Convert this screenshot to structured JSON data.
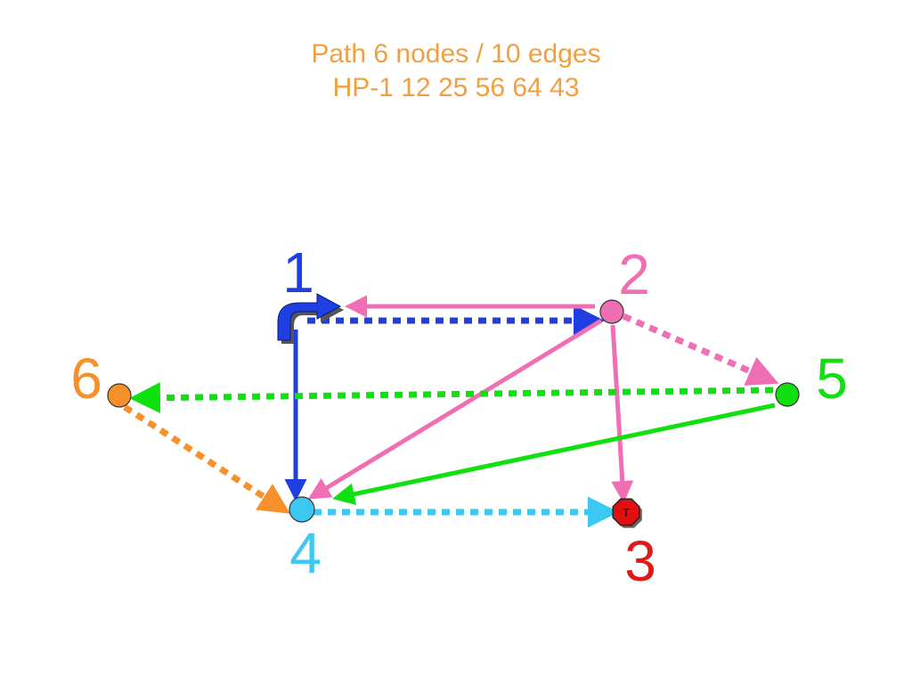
{
  "title": {
    "line1": "Path 6 nodes / 10 edges",
    "line2": "HP-1 12 25 56 64 43",
    "color": "#f0a040"
  },
  "nodes": [
    {
      "id": "1",
      "label": "1",
      "color": "#1f3fe0",
      "marker": "start-arrow-icon"
    },
    {
      "id": "2",
      "label": "2",
      "color": "#f06eb4"
    },
    {
      "id": "3",
      "label": "3",
      "color": "#e01818",
      "marker": "stop-sign-icon",
      "marker_text": "T"
    },
    {
      "id": "4",
      "label": "4",
      "color": "#3cc8f0"
    },
    {
      "id": "5",
      "label": "5",
      "color": "#10e010"
    },
    {
      "id": "6",
      "label": "6",
      "color": "#f5902a"
    }
  ],
  "edges": [
    {
      "from": "1",
      "to": "2",
      "style": "dashed",
      "color": "#1f3fe0"
    },
    {
      "from": "1",
      "to": "4",
      "style": "solid",
      "color": "#1f3fe0"
    },
    {
      "from": "2",
      "to": "1",
      "style": "solid",
      "color": "#f06eb4"
    },
    {
      "from": "2",
      "to": "5",
      "style": "dashed",
      "color": "#f06eb4"
    },
    {
      "from": "2",
      "to": "4",
      "style": "solid",
      "color": "#f06eb4"
    },
    {
      "from": "2",
      "to": "3",
      "style": "solid",
      "color": "#f06eb4"
    },
    {
      "from": "5",
      "to": "6",
      "style": "dashed",
      "color": "#10e010"
    },
    {
      "from": "5",
      "to": "4",
      "style": "solid",
      "color": "#10e010"
    },
    {
      "from": "6",
      "to": "4",
      "style": "dashed",
      "color": "#f5902a"
    },
    {
      "from": "4",
      "to": "3",
      "style": "dashed",
      "color": "#3cc8f0"
    }
  ]
}
